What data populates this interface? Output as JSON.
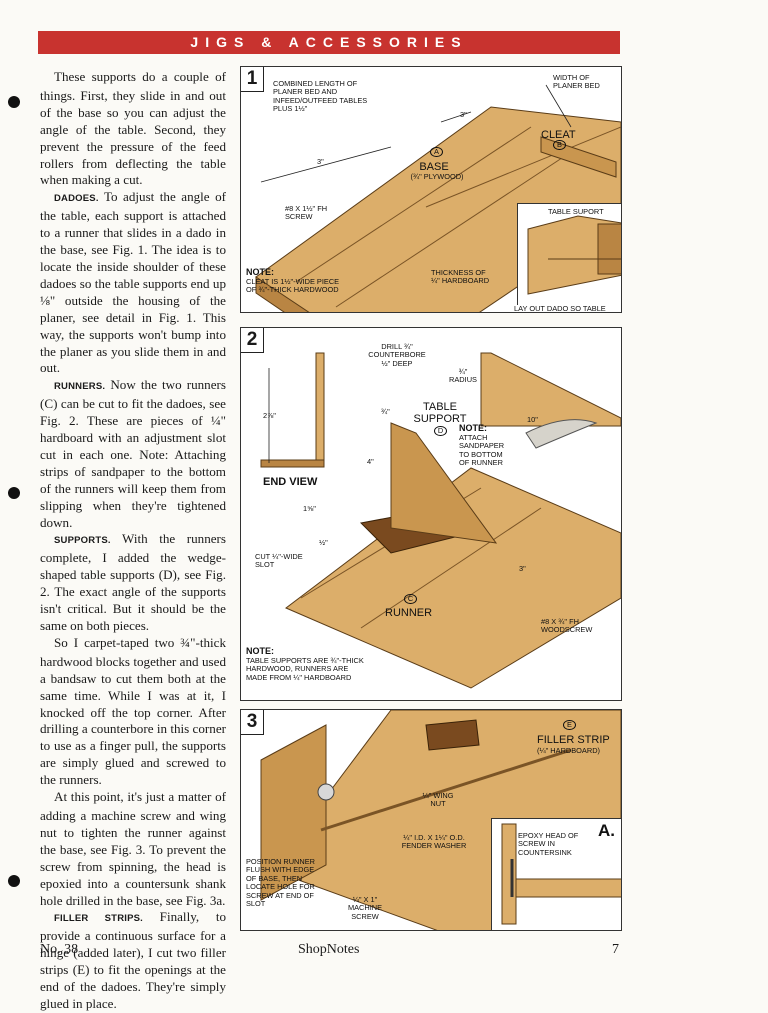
{
  "header": {
    "section_title": "JIGS & ACCESSORIES"
  },
  "body_text": [
    {
      "lead": "",
      "text": "These supports do a couple of things. First, they slide in and out of the base so you can adjust the angle of the table. Second, they prevent the pressure of the feed rollers from deflecting the table when making a cut."
    },
    {
      "lead": "DADOES.",
      "text": "To adjust the angle of the table, each support is attached to a runner that slides in a dado in the base, see Fig. 1. The idea is to locate the inside shoulder of these dadoes so the table supports end up ⅛\" outside the housing of the planer, see detail in Fig. 1. This way, the supports won't bump into the planer as you slide them in and out."
    },
    {
      "lead": "RUNNERS.",
      "text": "Now the two runners (C) can be cut to fit the dadoes, see Fig. 2. These are pieces of ¼\" hardboard with an adjustment slot cut in each one. Note: Attaching strips of sandpaper to the bottom of the runners will keep them from slipping when they're tightened down."
    },
    {
      "lead": "SUPPORTS.",
      "text": "With the runners complete, I added the wedge-shaped table supports (D), see Fig. 2. The exact angle of the supports isn't critical. But it should be the same on both pieces."
    },
    {
      "lead": "",
      "text": "So I carpet-taped two ¾\"-thick hardwood blocks together and used a bandsaw to cut them both at the same time. While I was at it, I knocked off the top corner. After drilling a counterbore in this corner to use as a finger pull, the supports are simply glued and screwed to the runners."
    },
    {
      "lead": "",
      "text": "At this point, it's just a matter of adding a machine screw and wing nut to tighten the runner against the base, see Fig. 3. To prevent the screw from spinning, the head is epoxied into a countersunk shank hole drilled in the base, see Fig. 3a."
    },
    {
      "lead": "FILLER STRIPS.",
      "text": "Finally, to provide a continuous surface for a hinge (added later), I cut two filler strips (E) to fit the openings at the end of the dadoes. They're simply glued in place."
    }
  ],
  "fig1": {
    "number": "1",
    "combined_length": "COMBINED LENGTH OF PLANER BED AND INFEED/OUTFEED TABLES PLUS 1½\"",
    "width_of_bed": "WIDTH OF PLANER BED",
    "dim_3_top": "3\"",
    "dim_3_left": "3\"",
    "cleat": "CLEAT",
    "cleat_letter": "B",
    "base": "BASE",
    "base_letter": "A",
    "base_material": "(¾\" PLYWOOD)",
    "screw": "#8 x 1½\" Fh SCREW",
    "note_title": "NOTE:",
    "note_text": "CLEAT IS 1½\"-WIDE PIECE OF ¾\"-THICK HARDWOOD",
    "thickness": "THICKNESS OF ¼\" HARDBOARD",
    "detail_title": "TABLE SUPORT",
    "detail_text": "LAY OUT DADO SO TABLE SUPPORT IS ⅛\" OUTSIDE PLANER HOUSING"
  },
  "fig2": {
    "number": "2",
    "drill": "DRILL ¾\" COUNTERBORE ½\" DEEP",
    "radius": "¾\" RADIUS",
    "dim_height": "2⅞\"",
    "dim_4": "4\"",
    "dim_3_4": "¾\"",
    "end_view": "END VIEW",
    "table_support": "TABLE SUPPORT",
    "support_letter": "D",
    "dim_10": "10\"",
    "note_title": "NOTE:",
    "note_sandpaper": "ATTACH SANDPAPER TO BOTTOM OF RUNNER",
    "dim_1_5_8": "1⅝\"",
    "dim_half": "½\"",
    "slot": "CUT ¼\"-WIDE SLOT",
    "dim_3": "3\"",
    "runner": "RUNNER",
    "runner_letter": "C",
    "woodscrew": "#8 x ¾\" Fh WOODSCREW",
    "note2_title": "NOTE:",
    "note2_text": "TABLE SUPPORTS ARE ¾\"-THICK HARDWOOD, RUNNERS ARE MADE FROM ¼\" HARDBOARD"
  },
  "fig3": {
    "number": "3",
    "filler_letter": "E",
    "filler": "FILLER STRIP",
    "filler_material": "(¼\" HARDBOARD)",
    "wing_nut": "¼\" WING NUT",
    "washer": "¼\" I.D. x 1¼\" O.D. FENDER WASHER",
    "position": "POSITION RUNNER FLUSH WITH EDGE OF BASE, THEN LOCATE HOLE FOR SCREW AT END OF SLOT",
    "machine_screw": "¼\" x 1\" MACHINE SCREW",
    "detail_letter": "a.",
    "epoxy": "EPOXY HEAD OF SCREW IN COUNTERSINK"
  },
  "footer": {
    "issue": "No. 38",
    "magazine": "ShopNotes",
    "page": "7"
  },
  "colors": {
    "banner": "#c8332f",
    "wood": "#dcae6a",
    "wood_dark": "#b98543",
    "teal": "#3e7470"
  }
}
